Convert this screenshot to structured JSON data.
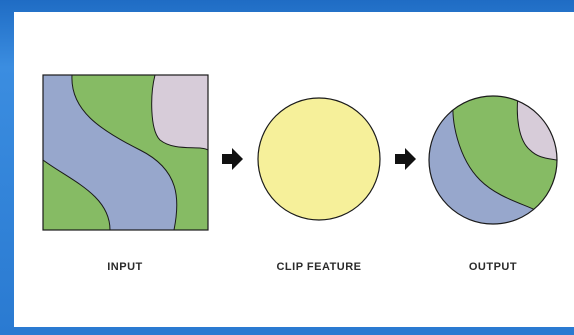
{
  "labels": {
    "input": "INPUT",
    "clip_feature": "CLIP FEATURE",
    "output": "OUTPUT"
  },
  "colors": {
    "frame_blue": "#2f7fd0",
    "green_region": "#86bb64",
    "blue_region": "#97a7cc",
    "lilac_region": "#d7ccd9",
    "clip_fill": "#f6f09a",
    "outline": "#1a1a1a"
  },
  "icons": {
    "arrow_1": "right-arrow-icon",
    "arrow_2": "right-arrow-icon"
  }
}
